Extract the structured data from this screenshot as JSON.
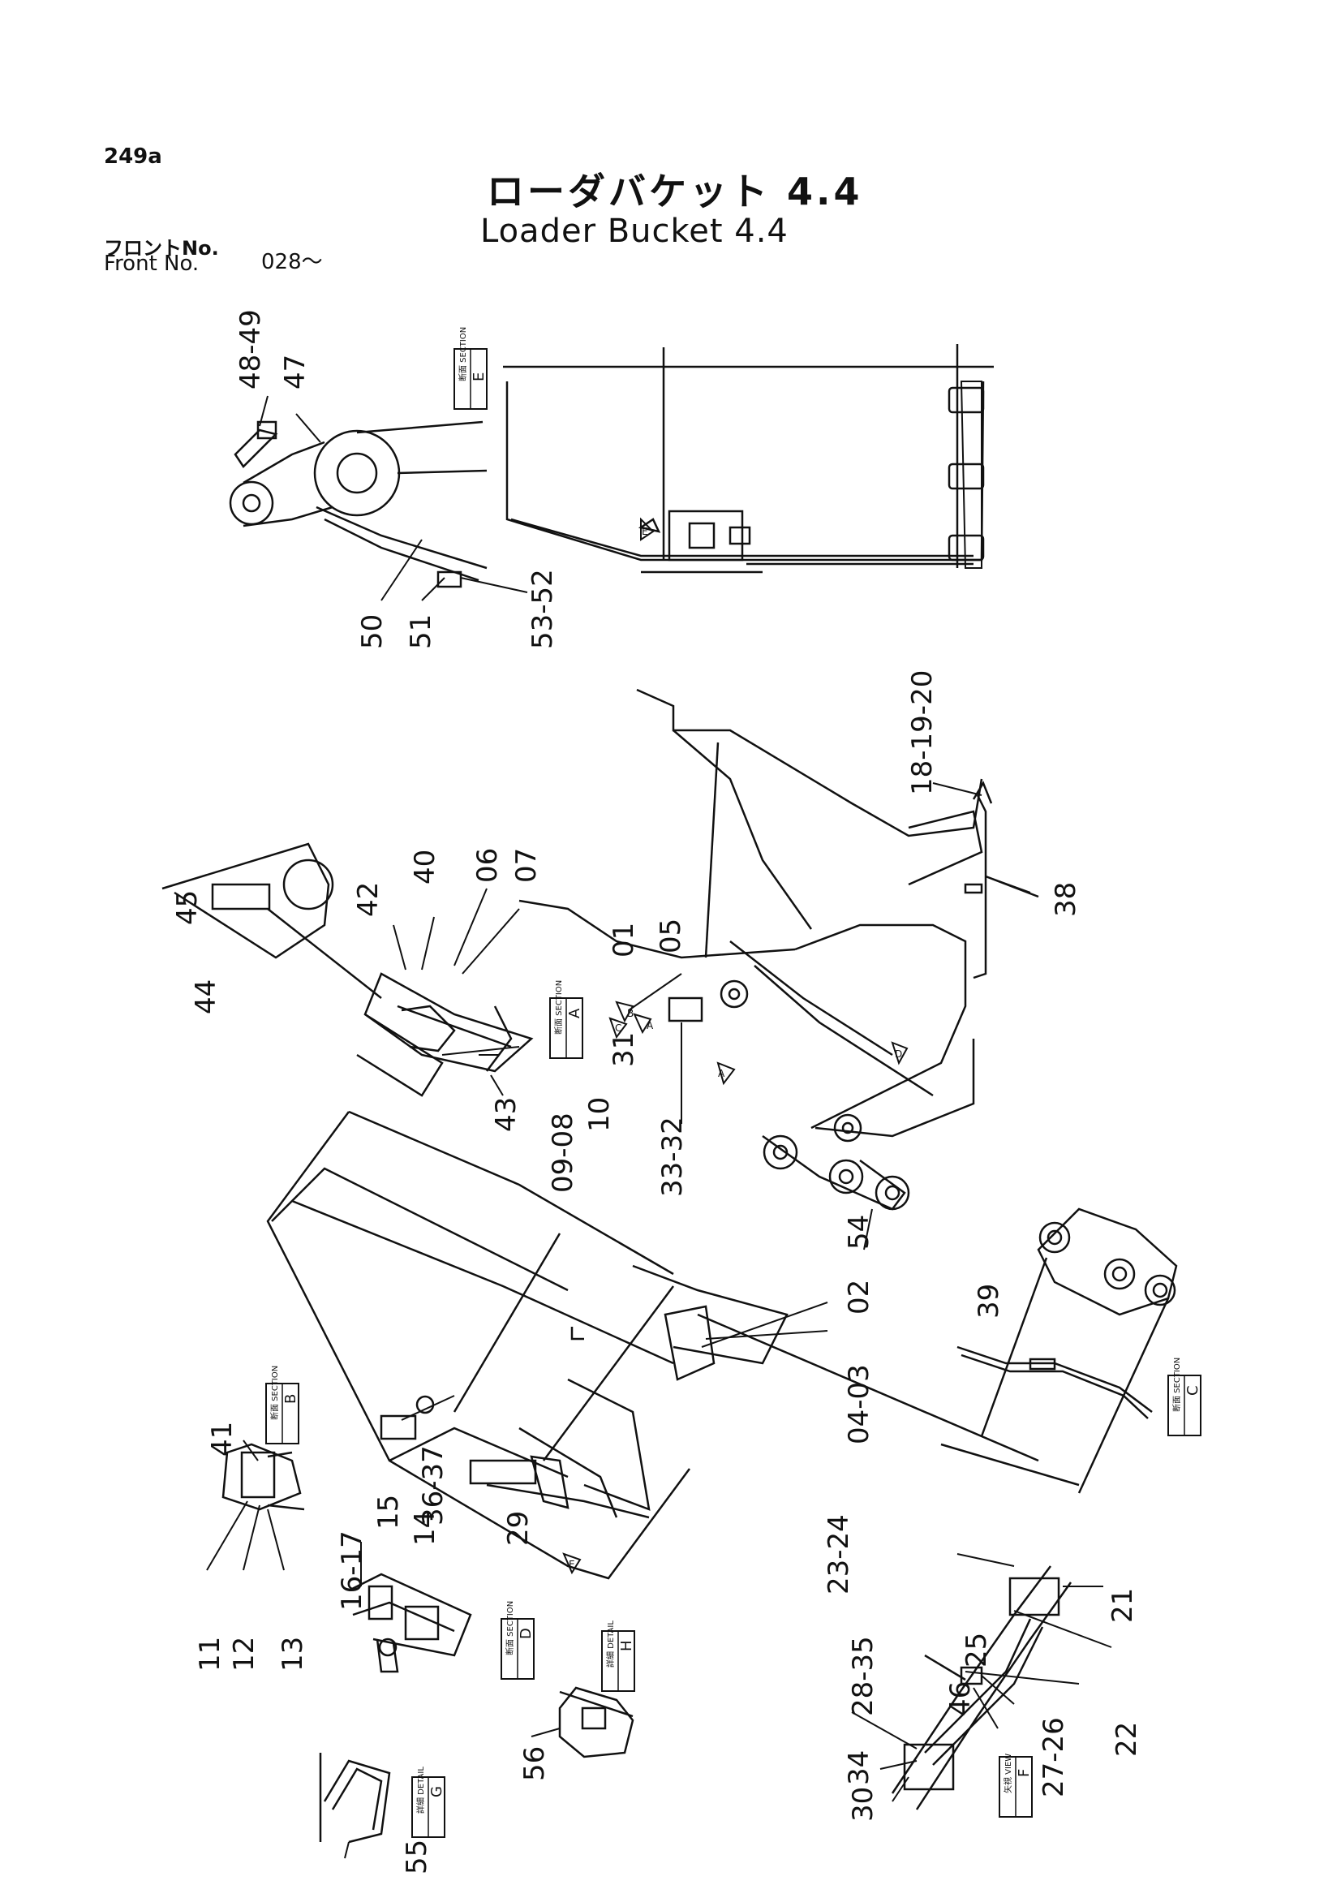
{
  "header": {
    "page_number": "249a",
    "title_ja": "ローダバケット 4.4",
    "title_en": "Loader Bucket 4.4",
    "front_label_ja": "フロントNo.",
    "front_label_en": "Front  No.",
    "front_number": "028～"
  },
  "section_labels": [
    {
      "tag": "断面 SECTION",
      "letter": "E"
    },
    {
      "tag": "断面 SECTION",
      "letter": "A"
    },
    {
      "tag": "断面 SECTION",
      "letter": "B"
    },
    {
      "tag": "断面 SECTION",
      "letter": "C"
    },
    {
      "tag": "断面 SECTION",
      "letter": "D"
    },
    {
      "tag": "詳細 DETAIL",
      "letter": "H"
    },
    {
      "tag": "詳細 DETAIL",
      "letter": "G"
    },
    {
      "tag": "矢視 VIEW",
      "letter": "F"
    }
  ],
  "part_callouts": [
    "48-49",
    "47",
    "50",
    "51",
    "53-52",
    "18-19-20",
    "38",
    "42",
    "40",
    "06",
    "07",
    "45",
    "44",
    "01",
    "05",
    "31",
    "10",
    "43",
    "09-08",
    "33-32",
    "04-03",
    "02",
    "54",
    "39",
    "36-37",
    "41",
    "11",
    "12",
    "13",
    "16-17",
    "15",
    "14",
    "29",
    "23-24",
    "21",
    "22",
    "25",
    "46",
    "28-35",
    "27-26",
    "34",
    "30",
    "56",
    "55"
  ],
  "view_markers": [
    "A",
    "B",
    "C",
    "D",
    "E"
  ]
}
